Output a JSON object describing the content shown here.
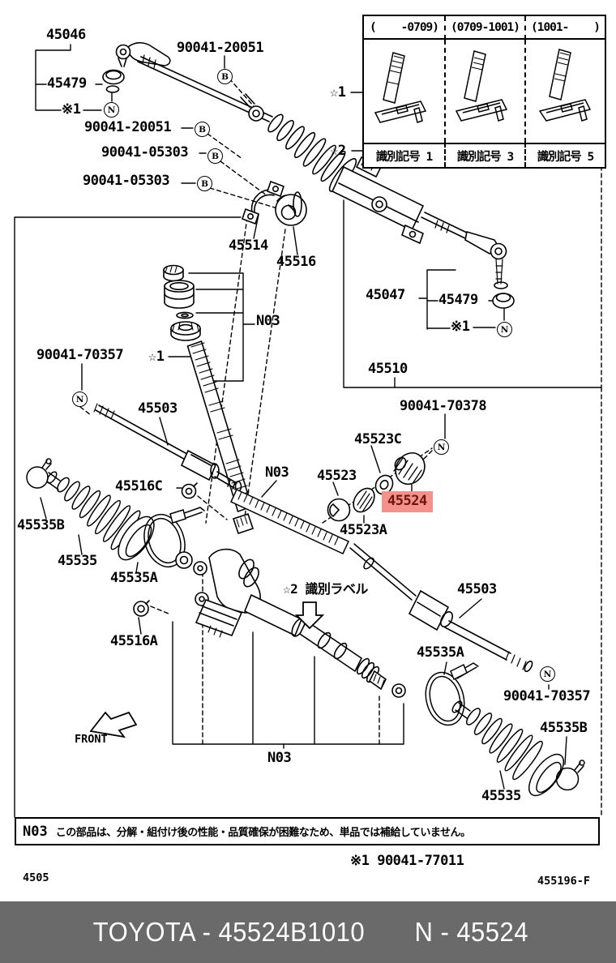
{
  "highlight": {
    "bg": "#f4918b",
    "fg": "#6b1410"
  },
  "footer_bar": {
    "bg": "#6a6a6a",
    "left": "TOYOTA - 45524B1010",
    "right": "N - 45524"
  },
  "page_meta": {
    "code_left": "4505",
    "code_right": "455196-F"
  },
  "footnote": {
    "text": "※1 90041-77011"
  },
  "note": {
    "code": "N03",
    "text": "この部品は、分解・組付け後の性能・品質確保が困難なため、単品では補給していません。"
  },
  "variant_table": {
    "columns": [
      {
        "period": "(    -0709)",
        "id_label": "識別記号 1"
      },
      {
        "period": "(0709-1001)",
        "id_label": "識別記号 3"
      },
      {
        "period": "(1001-    )",
        "id_label": "識別記号 5"
      }
    ],
    "row_marker_1": "☆1",
    "row_marker_2": "☆2"
  },
  "diagram": {
    "labels": [
      {
        "text": "45046"
      },
      {
        "text": "45479"
      },
      {
        "text": "※1"
      },
      {
        "text": "90041-20051"
      },
      {
        "text": "90041-20051"
      },
      {
        "text": "90041-05303"
      },
      {
        "text": "90041-05303"
      },
      {
        "text": "45514"
      },
      {
        "text": "45516"
      },
      {
        "text": "45047"
      },
      {
        "text": "45479"
      },
      {
        "text": "※1"
      },
      {
        "text": "45510"
      },
      {
        "text": "N03"
      },
      {
        "text": "90041-70357"
      },
      {
        "text": "☆1"
      },
      {
        "text": "45503"
      },
      {
        "text": "90041-70378"
      },
      {
        "text": "45523C"
      },
      {
        "text": "N03"
      },
      {
        "text": "45523"
      },
      {
        "text": "45524"
      },
      {
        "text": "45523A"
      },
      {
        "text": "45516C"
      },
      {
        "text": "45535B"
      },
      {
        "text": "45535"
      },
      {
        "text": "45535A"
      },
      {
        "text": "45516A"
      },
      {
        "text": "☆2 識別ラベル"
      },
      {
        "text": "45503"
      },
      {
        "text": "45535A"
      },
      {
        "text": "90041-70357"
      },
      {
        "text": "45535B"
      },
      {
        "text": "45535"
      },
      {
        "text": "N03"
      },
      {
        "text": "FRONT"
      }
    ],
    "badges": [
      {
        "letter": "B"
      },
      {
        "letter": "B"
      },
      {
        "letter": "B"
      },
      {
        "letter": "B"
      },
      {
        "letter": "N"
      },
      {
        "letter": "N"
      },
      {
        "letter": "N"
      },
      {
        "letter": "N"
      },
      {
        "letter": "N"
      }
    ]
  }
}
